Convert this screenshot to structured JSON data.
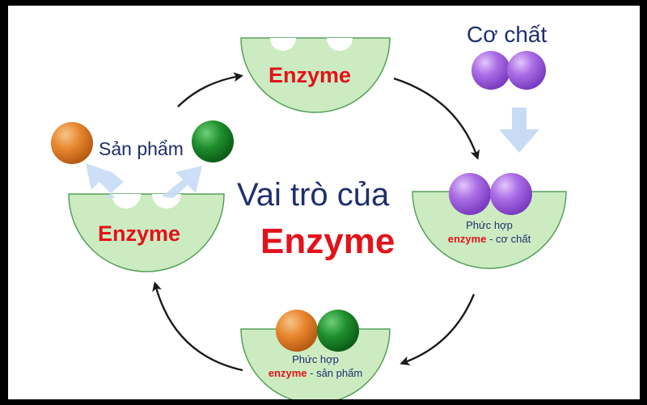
{
  "title": {
    "line1": "Vai trò của",
    "line2": "Enzyme"
  },
  "enzyme_label": "Enzyme",
  "substrate_label": "Cơ chất",
  "product_label": "Sản phẩm",
  "complex_es": {
    "line1": "Phức hợp",
    "enzyme_word": "enzyme",
    "rest": " - cơ chất"
  },
  "complex_ep": {
    "line1": "Phức hợp",
    "enzyme_word": "enzyme",
    "rest": " - sản phẩm"
  },
  "colors": {
    "enzyme_fill": "#ccebc1",
    "enzyme_stroke": "#55a05a",
    "title": "#1f2f6e",
    "accent_red": "#e3121b",
    "substrate": "#a561dc",
    "product_orange": "#e8862e",
    "product_green": "#1f8f2e",
    "arrow_light": "#c8dbf5"
  }
}
